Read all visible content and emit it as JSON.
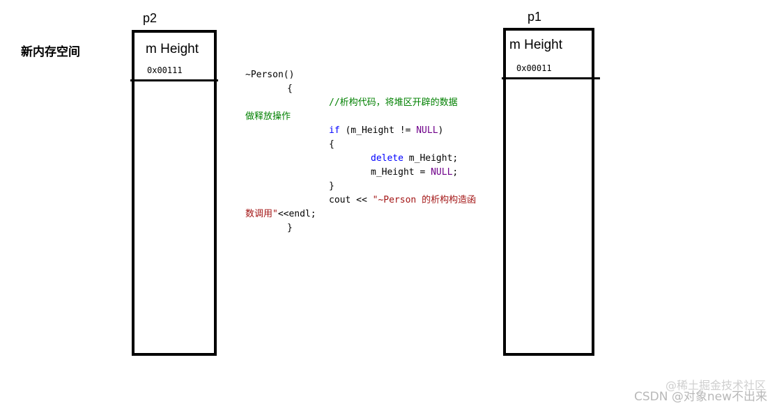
{
  "side_label": "新内存空间",
  "p2": {
    "label": "p2",
    "field": "m Height",
    "address": "0x00111"
  },
  "p1": {
    "label": "p1",
    "field": "m Height",
    "address": "0x00011"
  },
  "code": {
    "l1": "~Person()",
    "l2": "{",
    "l3": "//析构代码，将堆区开辟的数据",
    "l4": "做释放操作",
    "l5_kw": "if",
    "l5_a": " (m_Height != ",
    "l5_mac": "NULL",
    "l5_b": ")",
    "l6": "{",
    "l7_kw": "delete",
    "l7_rest": " m_Height;",
    "l8_a": "m_Height = ",
    "l8_mac": "NULL",
    "l8_b": ";",
    "l9": "}",
    "l10_a": "cout << ",
    "l10_str": "\"~Person 的析构构造函",
    "l11_str": "数调用\"",
    "l11_rest": "<<endl;",
    "l12": "}"
  },
  "watermark": "CSDN @对象new不出来",
  "watermark_overlay": "@稀土掘金技术社区"
}
